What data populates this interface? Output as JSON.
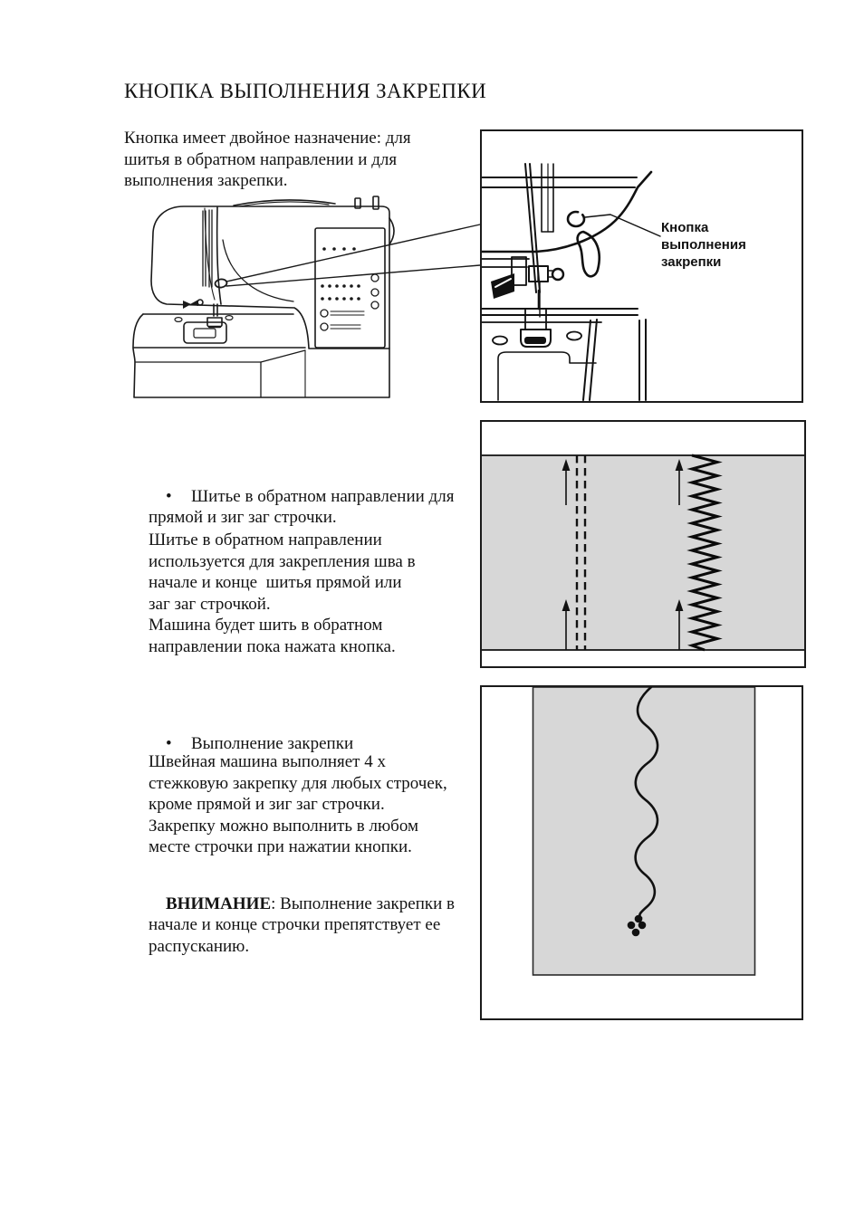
{
  "page": {
    "title": "КНОПКА ВЫПОЛНЕНИЯ ЗАКРЕПКИ",
    "intro": "Кнопка имеет двойное назначение: для\nшитья в обратном направлении и для\nвыполнения закрепки."
  },
  "callout": {
    "label": "Кнопка выполнения\nзакрепки"
  },
  "sections": {
    "reverse": {
      "bullet": "•",
      "heading": "Шитье в обратном направлении для\nпрямой и зиг заг строчки.",
      "body": "Шитье в обратном направлении\nиспользуется для закрепления шва в\nначале и конце  шитья прямой или\nзаг заг строчкой.\nМашина будет шить в обратном\nнаправлении пока нажата кнопка."
    },
    "tack": {
      "bullet": "•",
      "heading": "Выполнение закрепки",
      "body": "Швейная машина выполняет 4 х\nстежковую закрепку для любых строчек,\nкроме прямой и зиг заг строчки.\nЗакрепку можно выполнить в любом\nместе строчки при нажатии кнопки."
    },
    "warning": {
      "label": "ВНИМАНИЕ",
      "text": ": Выполнение закрепки в\nначале и конце строчки препятствует ее\nраспусканию."
    }
  },
  "colors": {
    "ink": "#141414",
    "fabric_gray": "#d7d7d7"
  }
}
